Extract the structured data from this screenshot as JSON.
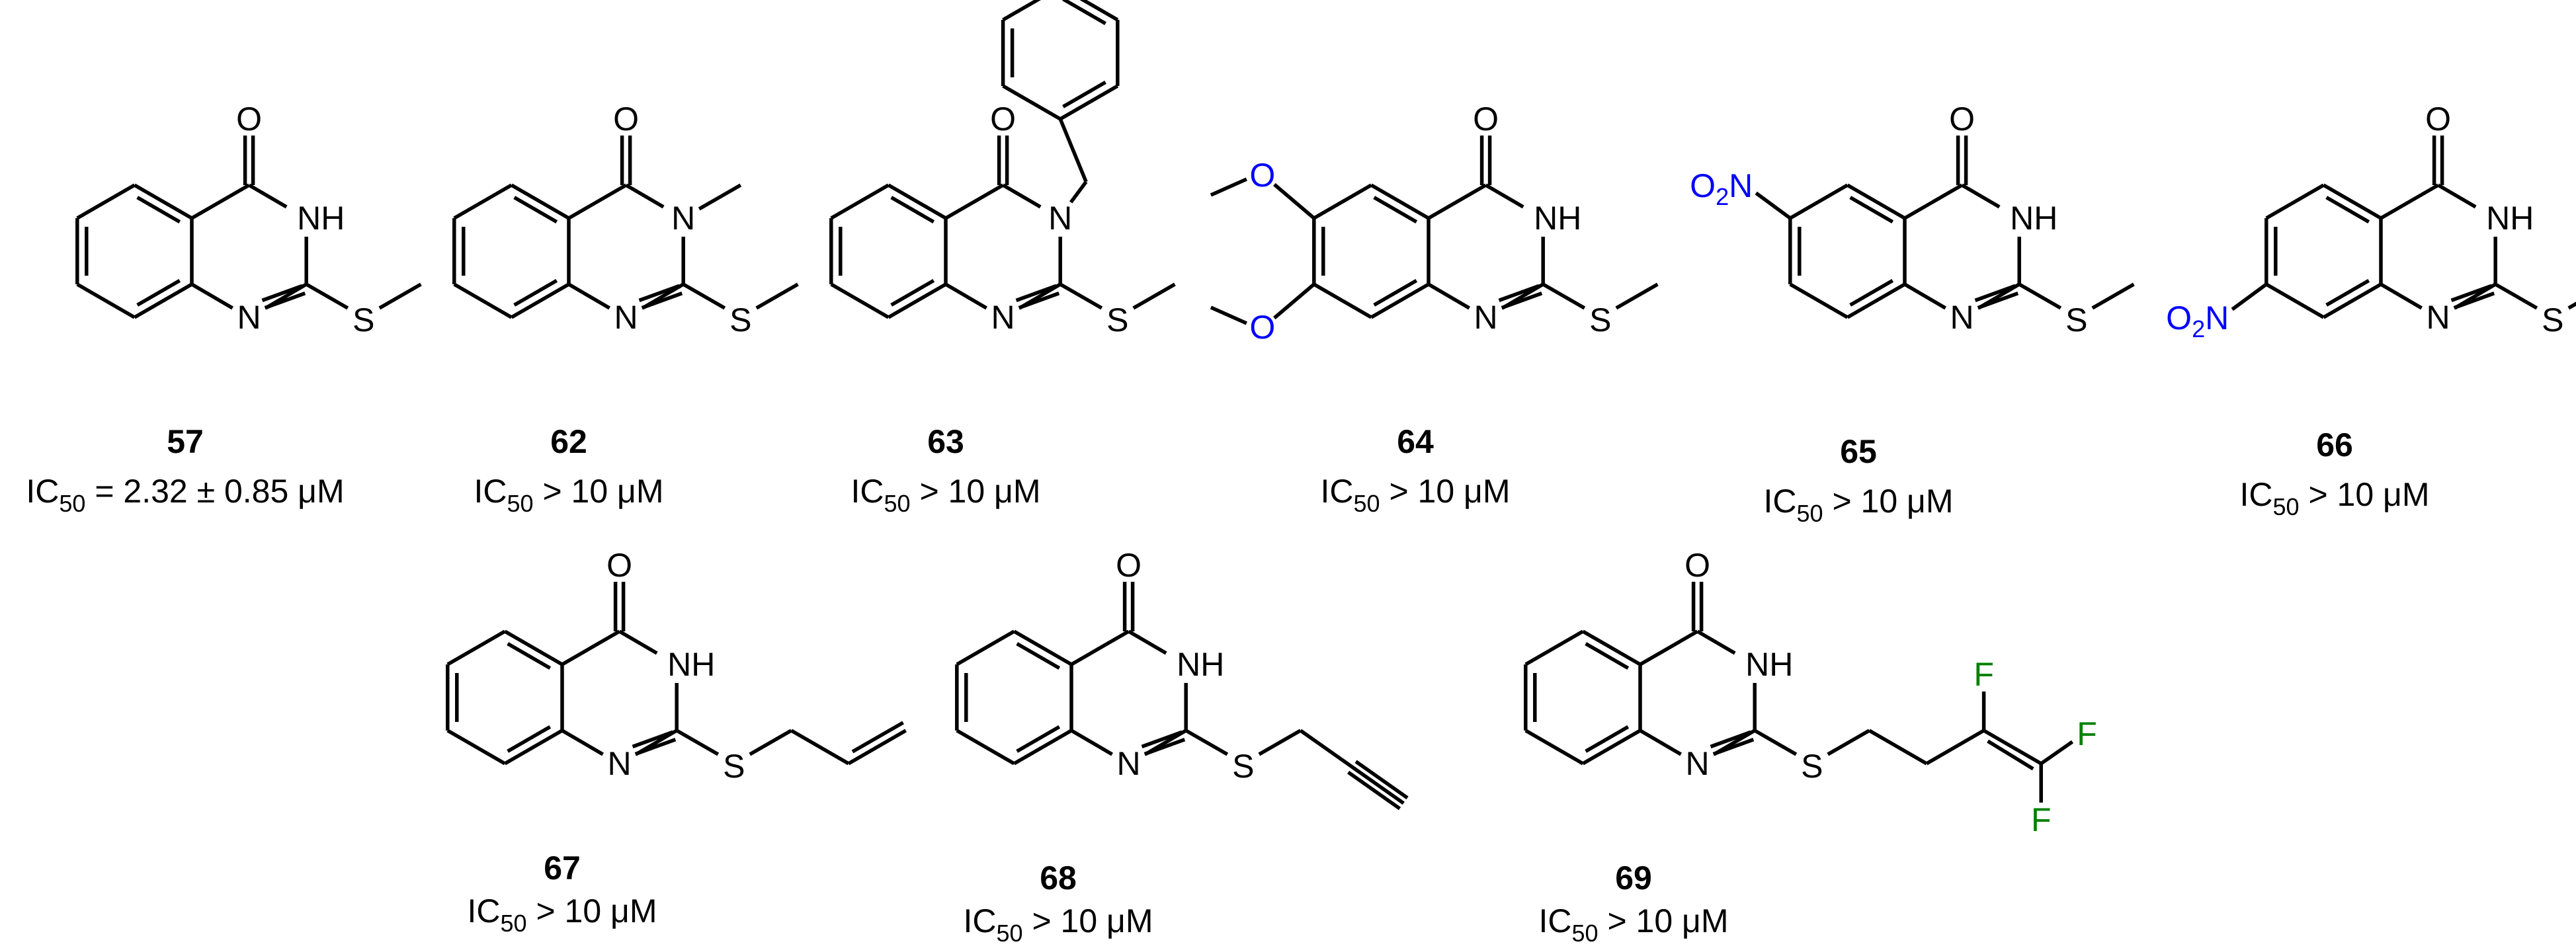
{
  "atoms": {
    "oxygen": "O",
    "nh": "NH",
    "nitrogen": "N",
    "sulfur": "S",
    "fluorine": "F",
    "nitro_o": "O",
    "nitro_sub": "2",
    "nitro_n": "N"
  },
  "colors": {
    "core": "#000000",
    "red": "#ff0000",
    "blue": "#0000ff",
    "green": "#008000"
  },
  "compounds": [
    {
      "id": "c57",
      "number": "57",
      "ic_prefix": "IC",
      "ic_sub": "50",
      "ic_rest": " = 2.32 ± 0.85 μM"
    },
    {
      "id": "c62",
      "number": "62",
      "ic_prefix": "IC",
      "ic_sub": "50",
      "ic_rest": " > 10 μM"
    },
    {
      "id": "c63",
      "number": "63",
      "ic_prefix": "IC",
      "ic_sub": "50",
      "ic_rest": " > 10 μM"
    },
    {
      "id": "c64",
      "number": "64",
      "ic_prefix": "IC",
      "ic_sub": "50",
      "ic_rest": " > 10 μM"
    },
    {
      "id": "c65",
      "number": "65",
      "ic_prefix": "IC",
      "ic_sub": "50",
      "ic_rest": " > 10 μM"
    },
    {
      "id": "c66",
      "number": "66",
      "ic_prefix": "IC",
      "ic_sub": "50",
      "ic_rest": " > 10 μM"
    },
    {
      "id": "c67",
      "number": "67",
      "ic_prefix": "IC",
      "ic_sub": "50",
      "ic_rest": " > 10 μM"
    },
    {
      "id": "c68",
      "number": "68",
      "ic_prefix": "IC",
      "ic_sub": "50",
      "ic_rest": " > 10 μM"
    },
    {
      "id": "c69",
      "number": "69",
      "ic_prefix": "IC",
      "ic_sub": "50",
      "ic_rest": " > 10 μM"
    }
  ]
}
